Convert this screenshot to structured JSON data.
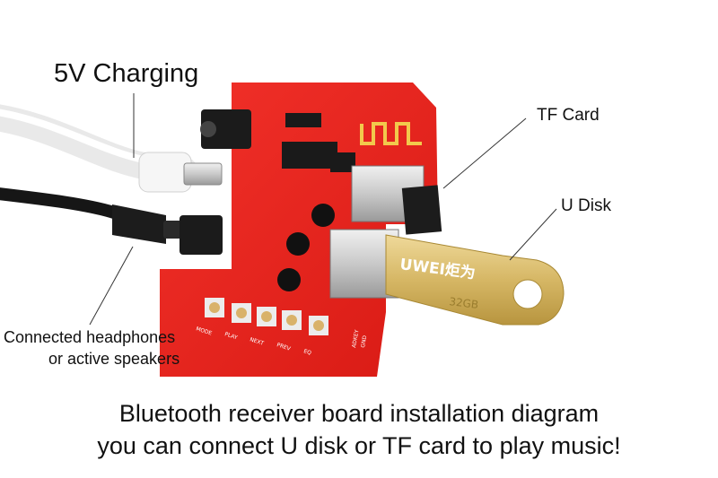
{
  "labels": {
    "charging": "5V Charging",
    "tf_card": "TF Card",
    "u_disk": "U Disk",
    "headphones_line1": "Connected headphones",
    "headphones_line2": "or active speakers"
  },
  "caption": {
    "line1": "Bluetooth receiver board installation diagram",
    "line2": "you can connect U disk or TF card to play music!"
  },
  "usb_stick": {
    "brand": "UWEI炬为",
    "capacity": "32GB"
  },
  "board_buttons": [
    "MODE",
    "PLAY",
    "NEXT",
    "PREV",
    "EQ"
  ],
  "board_pins": [
    "ADKEY",
    "GND"
  ],
  "colors": {
    "pcb": "#e8231c",
    "usb_gold": "#d6b765",
    "cable_white": "#f2f2f2",
    "cable_black": "#1a1a1a"
  }
}
